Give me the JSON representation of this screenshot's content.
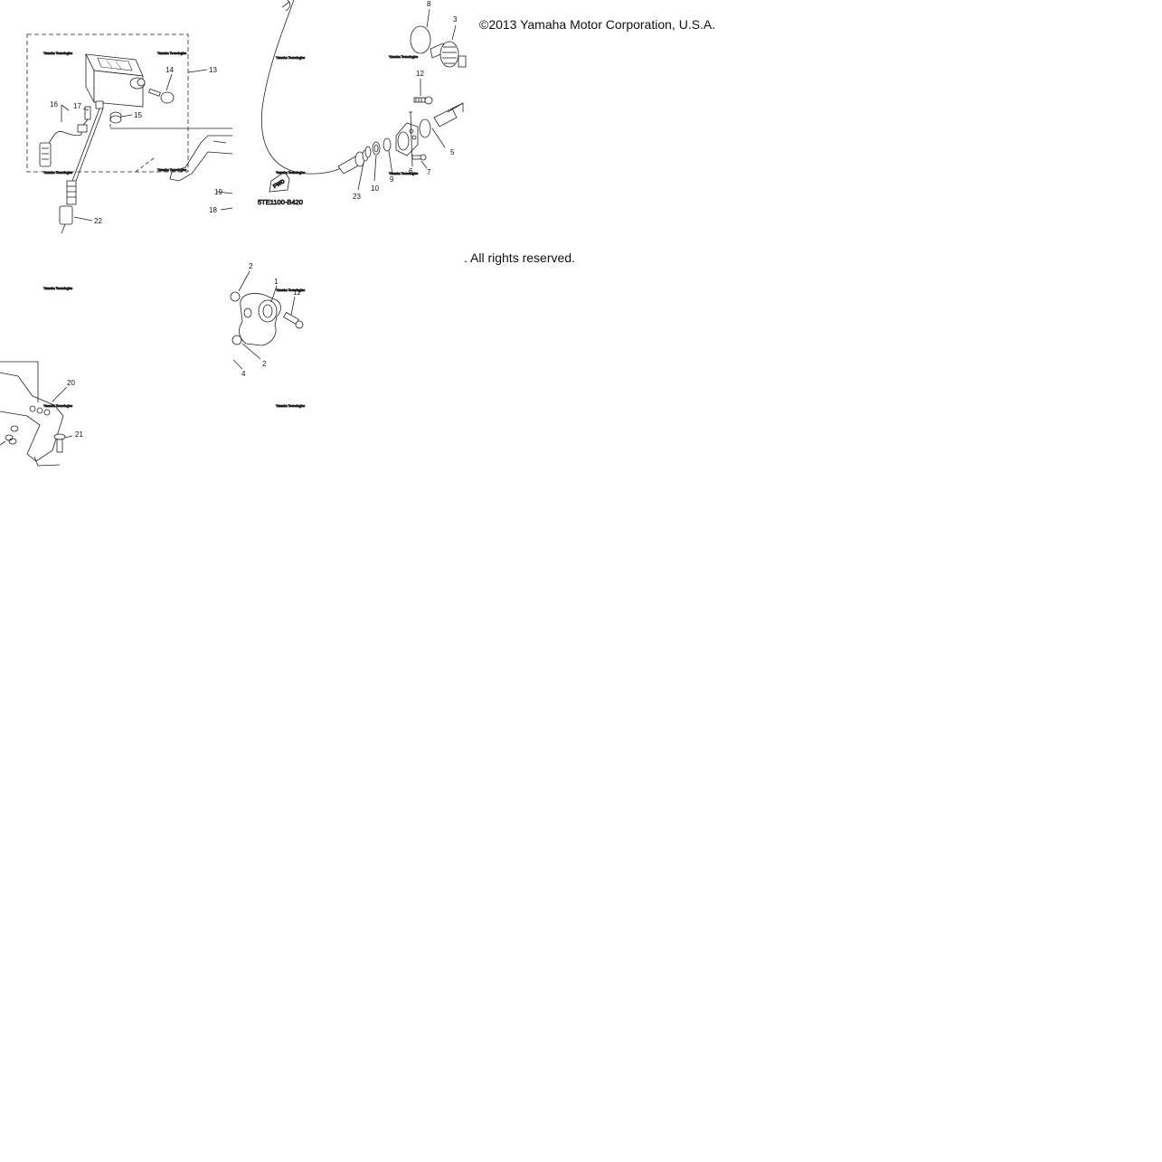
{
  "copyright": "©2013 Yamaha Motor Corporation, U.S.A.",
  "rights": ". All rights reserved.",
  "diagram_code": "5TE1100-B420",
  "fwd_label": "FWD",
  "watermark": "Yamaha Tecnologies",
  "callouts": {
    "c1": "1",
    "c2a": "2",
    "c2b": "2",
    "c3": "3",
    "c4": "4",
    "c5": "5",
    "c6": "6",
    "c7": "7",
    "c8": "8",
    "c9": "9",
    "c10": "10",
    "c11": "11",
    "c12": "12",
    "c13": "13",
    "c14": "14",
    "c15": "15",
    "c16": "16",
    "c17": "17",
    "c18": "18",
    "c19": "19",
    "c20": "20",
    "c21": "21",
    "c22": "22",
    "c23": "23"
  }
}
